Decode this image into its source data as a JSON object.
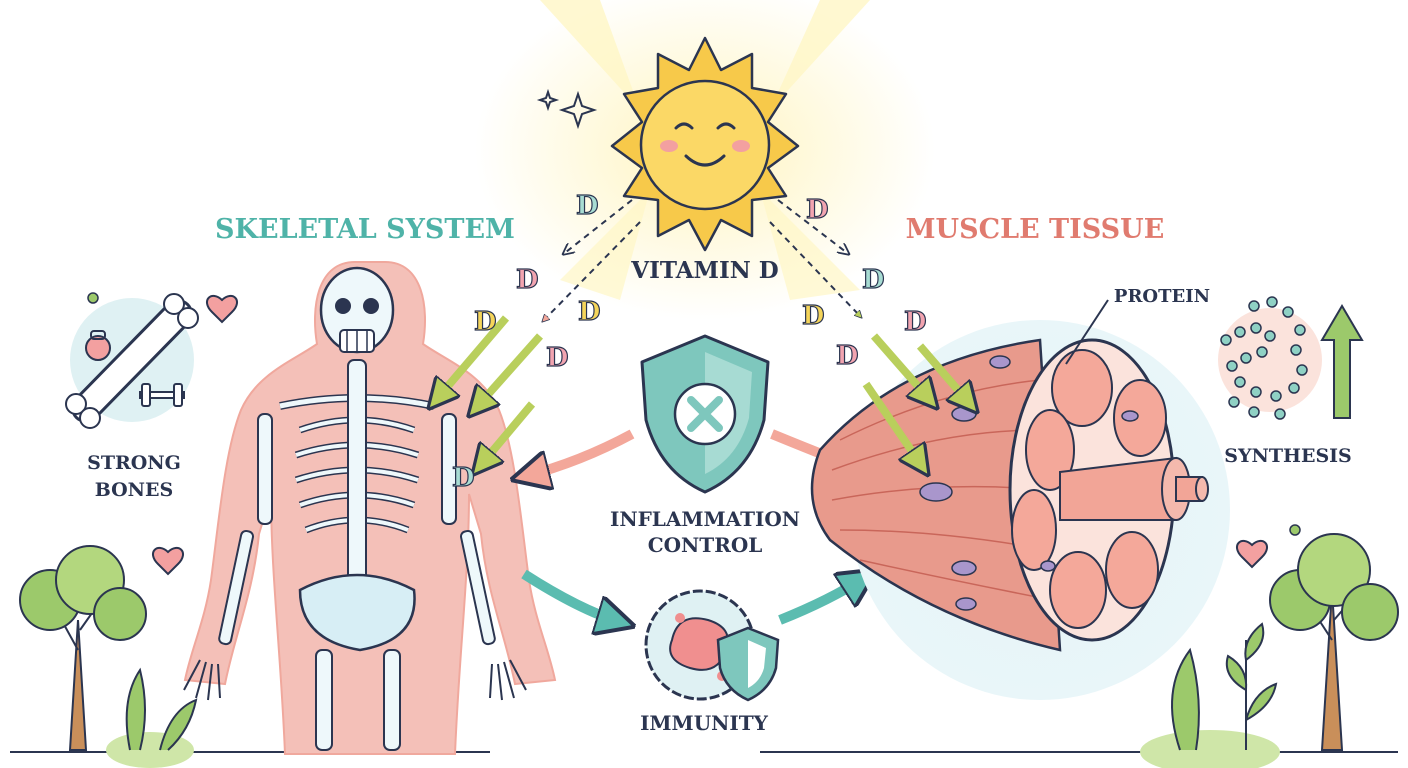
{
  "labels": {
    "skeletal": "SKELETAL SYSTEM",
    "muscle": "MUSCLE TISSUE",
    "vitamin": "VITAMIN D",
    "strong_line1": "STRONG",
    "strong_line2": "BONES",
    "inflammation_line1": "INFLAMMATION",
    "inflammation_line2": "CONTROL",
    "immunity": "IMMUNITY",
    "protein": "PROTEIN",
    "synthesis": "SYNTHESIS",
    "d_letter": "D"
  },
  "colors": {
    "teal_title": "#4fb3a8",
    "muscle_title": "#e07b6f",
    "outline": "#2b3550",
    "sun": "#f7c94a",
    "skin": "#f4b7ae",
    "bone": "#e6f4f8",
    "muscle": "#e89a8c",
    "muscle_dark": "#d46f62",
    "green_arrow": "#b9cf5c",
    "pink_arrow": "#f3a79a",
    "teal_arrow": "#5bbcb0",
    "shield": "#7ec7bd",
    "leaf": "#9cc96b",
    "d_yellow": "#f5d55a",
    "d_pink": "#f2a4b0",
    "d_teal": "#a8dcd3"
  }
}
